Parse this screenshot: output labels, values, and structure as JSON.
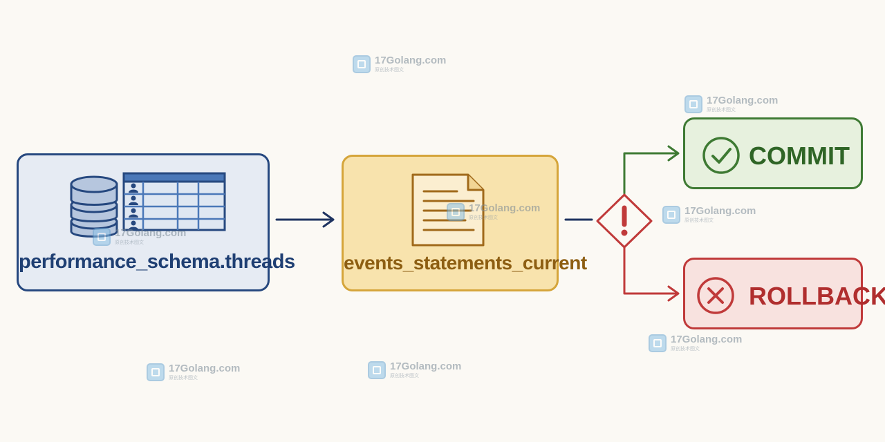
{
  "nodes": {
    "threads": {
      "label": "performance_schema.threads",
      "color": "#26487f",
      "fill": "#e6ebf3"
    },
    "events": {
      "label": "events_statements_current",
      "color": "#d5a53a",
      "fill": "#f8e3ad"
    },
    "commit": {
      "label": "COMMIT",
      "color": "#3e7a33",
      "fill": "#e7f1de"
    },
    "rollback": {
      "label": "ROLLBACK",
      "color": "#c03a3a",
      "fill": "#f8e2df"
    }
  },
  "decision": {
    "icon": "exclamation-diamond-icon",
    "color": "#c03a3a"
  },
  "icons": [
    "database-icon",
    "user-table-icon",
    "document-icon",
    "check-circle-icon",
    "x-circle-icon"
  ],
  "watermark": {
    "name": "17Golang.com",
    "sub": "原创技术图文"
  }
}
